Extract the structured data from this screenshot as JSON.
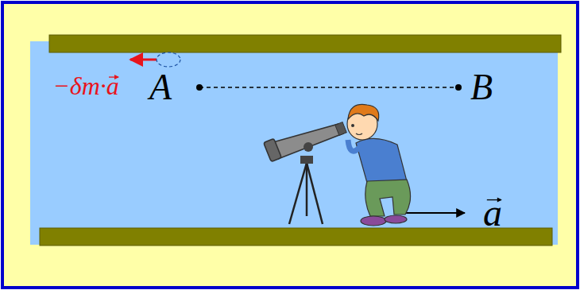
{
  "diagram": {
    "labels": [
      "−δm·a",
      "A",
      "B",
      "a"
    ]
  }
}
